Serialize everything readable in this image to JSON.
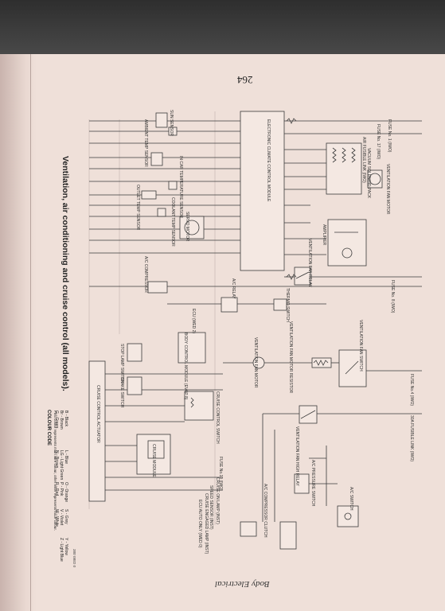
{
  "page": {
    "number": "264",
    "footer": "Body Electrical",
    "caption": "Ventilation, air conditioning and cruise control (all models).",
    "reference": "380 WED 0"
  },
  "legend": {
    "title": "COLOUR CODE",
    "note": "First colour represents main wire colour, other letter represents trace colour.",
    "entries": [
      "B - Black",
      "Br - Brown",
      "G - Green",
      "L - Blue",
      "LG - Light Green",
      "N - Brown",
      "O - Orange",
      "P - Pink",
      "R - Red",
      "S - Grey",
      "V - Violet",
      "W - White",
      "Y - Yellow",
      "Z - Light Blue"
    ]
  },
  "labels": {
    "ecu": "ELECTRONIC CLIMATE CONTROL MODULE",
    "fuse_1": "FUSE No. 1 (IWO)",
    "fuse_17": "FUSE No. 17 (IWO)",
    "fusible_link": "AIR FUSIBLE LINK (IWO)",
    "vacuum_pack": "VACUUM SOLENOID PACK",
    "blower_motor": "VENTILATION FAN MOTOR",
    "amplifier": "AMPLIFIER",
    "vent_relay": "VENTILATION FAN RELAY",
    "fuse_8": "FUSE No. 8 (IWO)",
    "ac_compressor": "A/C COMPRESSOR",
    "ac_relay": "A/C RELAY",
    "thermo_switch": "THERMO SWITCH",
    "ecu_earth": "ECU (WED 2)",
    "fan_motor_resistor": "VENTILATION FAN MOTOR RESISTOR",
    "fan_motor": "VENTILATION FAN MOTOR",
    "fan_switch": "VENTILATION FAN SWITCH",
    "fuse_4": "FUSE No.4 (IWO)",
    "fan_high_relay": "VENTILATION FAN HIGH RELAY",
    "link_30a": "30A FUSIBLE LINK (IWO)",
    "pressure_switch": "A/C PRESSURE SWITCH",
    "ac_switch": "A/C SWITCH",
    "compressor_clutch": "A/C COMPRESSOR CLUTCH",
    "cruise_actuator": "CRUISE CONTROL ACTUATOR",
    "cruise_switch": "CRUISE CONTROL SWITCH",
    "stop_lamp_switch": "STOP LAMP SWITCH",
    "brake_switch": "BRAKE SWITCH",
    "body_control": "BODY CONTROL MODULE (EVAP 8)",
    "cruise_module": "CRUISE MODULE",
    "fuse_10": "FUSE No.10 (IWO)",
    "cruise_on": "CRUISE ON LAMP (INST)",
    "speed_sensor": "SPEED SENSOR (INST)",
    "cruise_engaged": "CRUISE ENGAGED LAMP (INST)",
    "ecu_auto": "ECU AUTO ONLY (WED 0)",
    "ambient_sensor": "AMBIENT TEMP SENSOR",
    "sun_sensor": "SUN SENSOR",
    "in_car_sensor": "IN CAR TEMPERATURE SENSOR",
    "servo": "SERVO MOTOR",
    "coolant_sensor": "COOLANT TEMP SENSOR",
    "vent_temp_sensor": "OUTLET TEMP SENSOR"
  }
}
